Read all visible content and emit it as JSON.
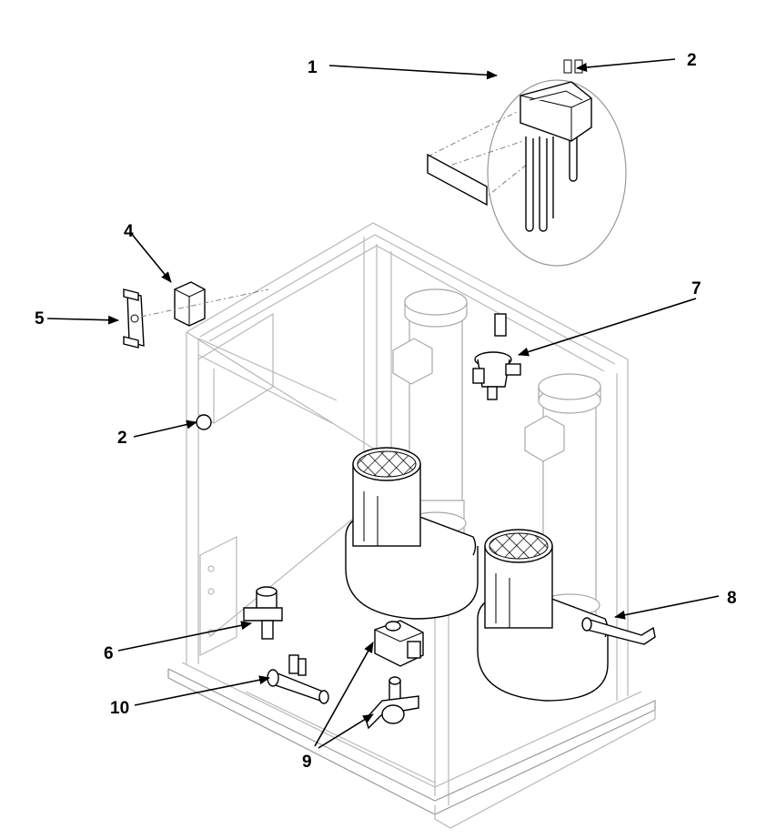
{
  "callouts": [
    {
      "key": "c1",
      "label": "1"
    },
    {
      "key": "c2a",
      "label": "2"
    },
    {
      "key": "c2b",
      "label": "2"
    },
    {
      "key": "c4",
      "label": "4"
    },
    {
      "key": "c5",
      "label": "5"
    },
    {
      "key": "c6",
      "label": "6"
    },
    {
      "key": "c7",
      "label": "7"
    },
    {
      "key": "c8",
      "label": "8"
    },
    {
      "key": "c9",
      "label": "9"
    },
    {
      "key": "c10",
      "label": "10"
    }
  ],
  "colors": {
    "ink": "#000000",
    "frame": "#b8b8b8",
    "background": "#ffffff"
  }
}
